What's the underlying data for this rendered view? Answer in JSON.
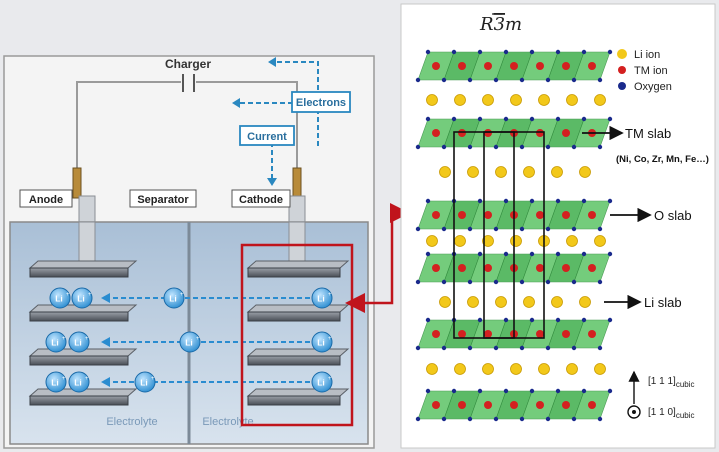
{
  "battery": {
    "charger": "Charger",
    "electrons": "Electrons",
    "current": "Current",
    "anode": "Anode",
    "separator": "Separator",
    "cathode": "Cathode",
    "electrolyte_left": "Electrolyte",
    "electrolyte_right": "Electrolyte",
    "ion": "Li",
    "ion_charge": "+"
  },
  "crystal": {
    "space_group_main": "R",
    "space_group_digit": "3",
    "space_group_suffix": "m",
    "legend": [
      {
        "label": "Li ion",
        "color": "#f2c81a"
      },
      {
        "label": "TM ion",
        "color": "#d42020"
      },
      {
        "label": "Oxygen",
        "color": "#1a2a8c"
      }
    ],
    "tm_slab": "TM slab",
    "tm_elements": "(Ni, Co, Zr, Mn, Fe…)",
    "o_slab": "O slab",
    "li_slab": "Li slab",
    "dir1": "[1 1 1]",
    "dir1_sub": "cubic",
    "dir2": "[1 1 0]",
    "dir2_sub": "cubic"
  },
  "colors": {
    "slab": "#3cb84a",
    "ion_blue": "#2a8cd0",
    "arrow_red": "#c0141c",
    "flow_blue": "#2a88c0"
  }
}
